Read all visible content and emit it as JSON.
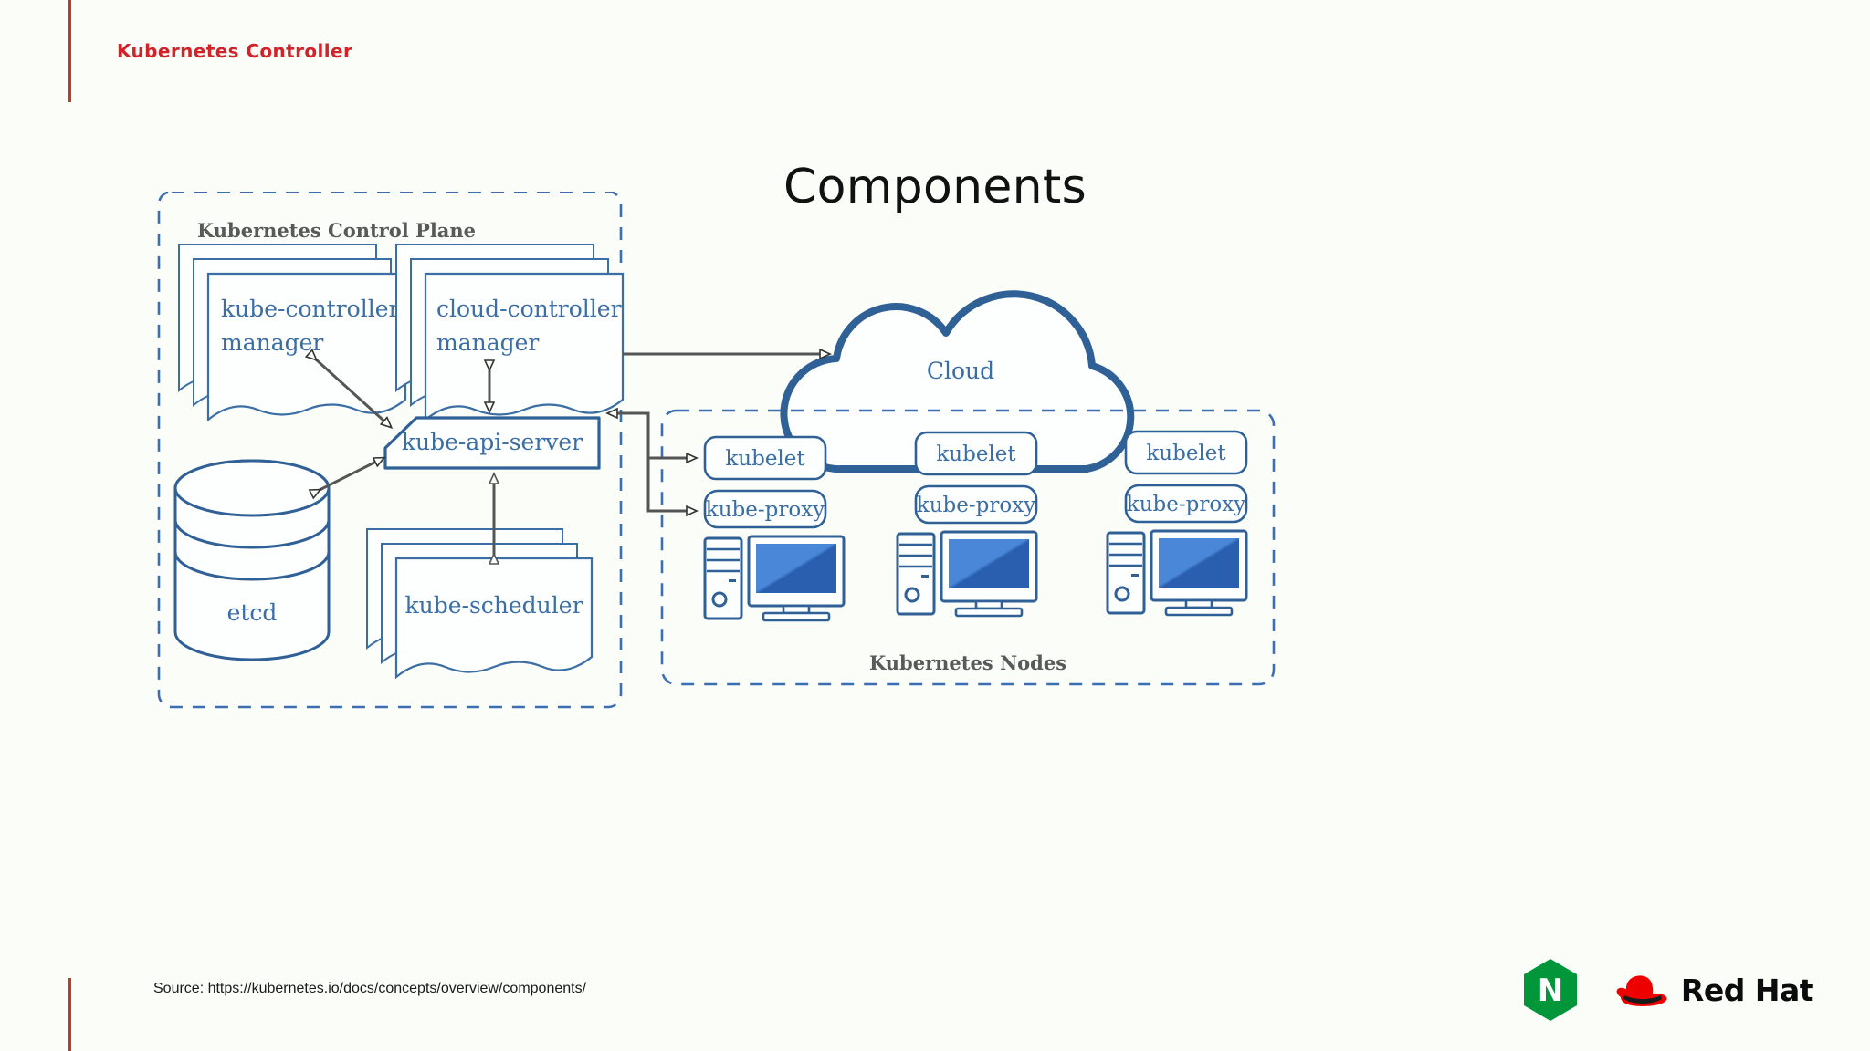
{
  "header": {
    "eyebrow": "Kubernetes Controller",
    "accent_color": "#d2232a"
  },
  "title": "Components",
  "footer": {
    "source": "Source: https://kubernetes.io/docs/concepts/overview/components/",
    "logos": [
      {
        "name": "nginx-logo",
        "letter": "N",
        "color": "#009639"
      },
      {
        "name": "red-hat-logo",
        "text": "Red Hat",
        "hat_color": "#ee0000",
        "text_color": "#000000"
      }
    ]
  },
  "diagram": {
    "type": "architecture",
    "palette": {
      "node_stroke": "#3a6ea5",
      "node_stroke_dark": "#2f6096",
      "text_blue": "#3a6ea5",
      "group_dash": "#3c6eb4",
      "group_label": "#595959",
      "arrow": "#595959",
      "screen_blue": "#2f6fd0",
      "background": "#fbfdf8"
    },
    "groups": [
      {
        "id": "control-plane",
        "label": "Kubernetes Control Plane",
        "label_position": "top-left"
      },
      {
        "id": "nodes",
        "label": "Kubernetes Nodes",
        "label_position": "bottom-center"
      }
    ],
    "control_plane": {
      "components": [
        {
          "id": "kube-controller-manager",
          "label": "kube-controller manager",
          "line1": "kube-controller",
          "line2": "manager",
          "shape": "stacked-document"
        },
        {
          "id": "cloud-controller-manager",
          "label": "cloud-controller manager",
          "line1": "cloud-controller",
          "line2": "manager",
          "shape": "stacked-document"
        },
        {
          "id": "kube-api-server",
          "label": "kube-api-server",
          "shape": "pentagon"
        },
        {
          "id": "etcd",
          "label": "etcd",
          "shape": "cylinder"
        },
        {
          "id": "kube-scheduler",
          "label": "kube-scheduler",
          "shape": "stacked-document"
        }
      ]
    },
    "cloud": {
      "id": "cloud",
      "label": "Cloud",
      "shape": "cloud"
    },
    "nodes": [
      {
        "id": "node-1",
        "kubelet": "kubelet",
        "kube_proxy": "kube-proxy",
        "icon": "computer-icon"
      },
      {
        "id": "node-2",
        "kubelet": "kubelet",
        "kube_proxy": "kube-proxy",
        "icon": "computer-icon"
      },
      {
        "id": "node-3",
        "kubelet": "kubelet",
        "kube_proxy": "kube-proxy",
        "icon": "computer-icon"
      }
    ],
    "connections": [
      {
        "from": "kube-controller-manager",
        "to": "kube-api-server",
        "style": "double-arrow"
      },
      {
        "from": "cloud-controller-manager",
        "to": "kube-api-server",
        "style": "double-arrow"
      },
      {
        "from": "cloud-controller-manager",
        "to": "cloud",
        "style": "single-arrow"
      },
      {
        "from": "etcd",
        "to": "kube-api-server",
        "style": "double-arrow"
      },
      {
        "from": "kube-scheduler",
        "to": "kube-api-server",
        "style": "double-arrow"
      },
      {
        "from": "node-1-kubelet",
        "to": "kube-api-server",
        "style": "single-arrow"
      },
      {
        "from": "node-1-kube-proxy",
        "to": "kube-api-server",
        "style": "single-arrow"
      }
    ]
  }
}
